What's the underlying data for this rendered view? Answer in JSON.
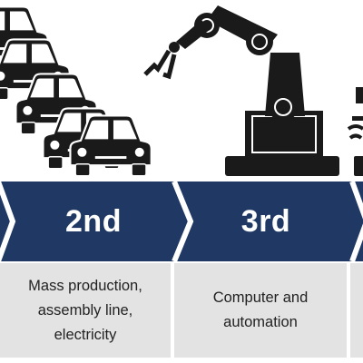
{
  "colors": {
    "band": "#1f3864",
    "band_divider": "#ffffff",
    "desc_background": "#e3e3e3",
    "icon_fill": "#1a1a1a"
  },
  "stages": [
    {
      "label": "2nd",
      "description_lines": [
        "Mass production,",
        "assembly line,",
        "electricity"
      ],
      "icon": "car-stack-icon"
    },
    {
      "label": "3rd",
      "description_lines": [
        "Computer and",
        "automation"
      ],
      "icon": "robot-arm-icon"
    }
  ],
  "partial_right_icon": "wireless-device-icon"
}
